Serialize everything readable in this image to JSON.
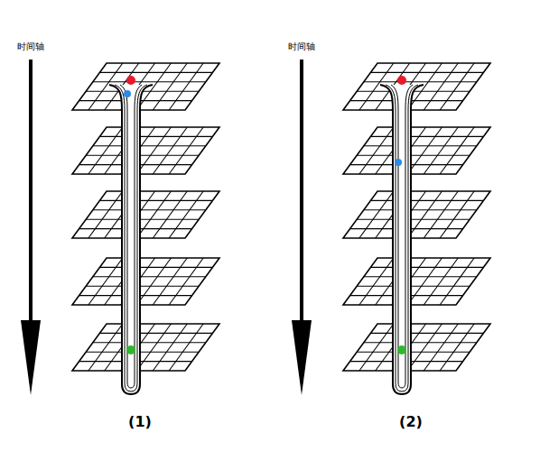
{
  "diagram": {
    "labels": [
      "时间轴",
      "时间轴",
      "(1)",
      "(2)"
    ]
  }
}
